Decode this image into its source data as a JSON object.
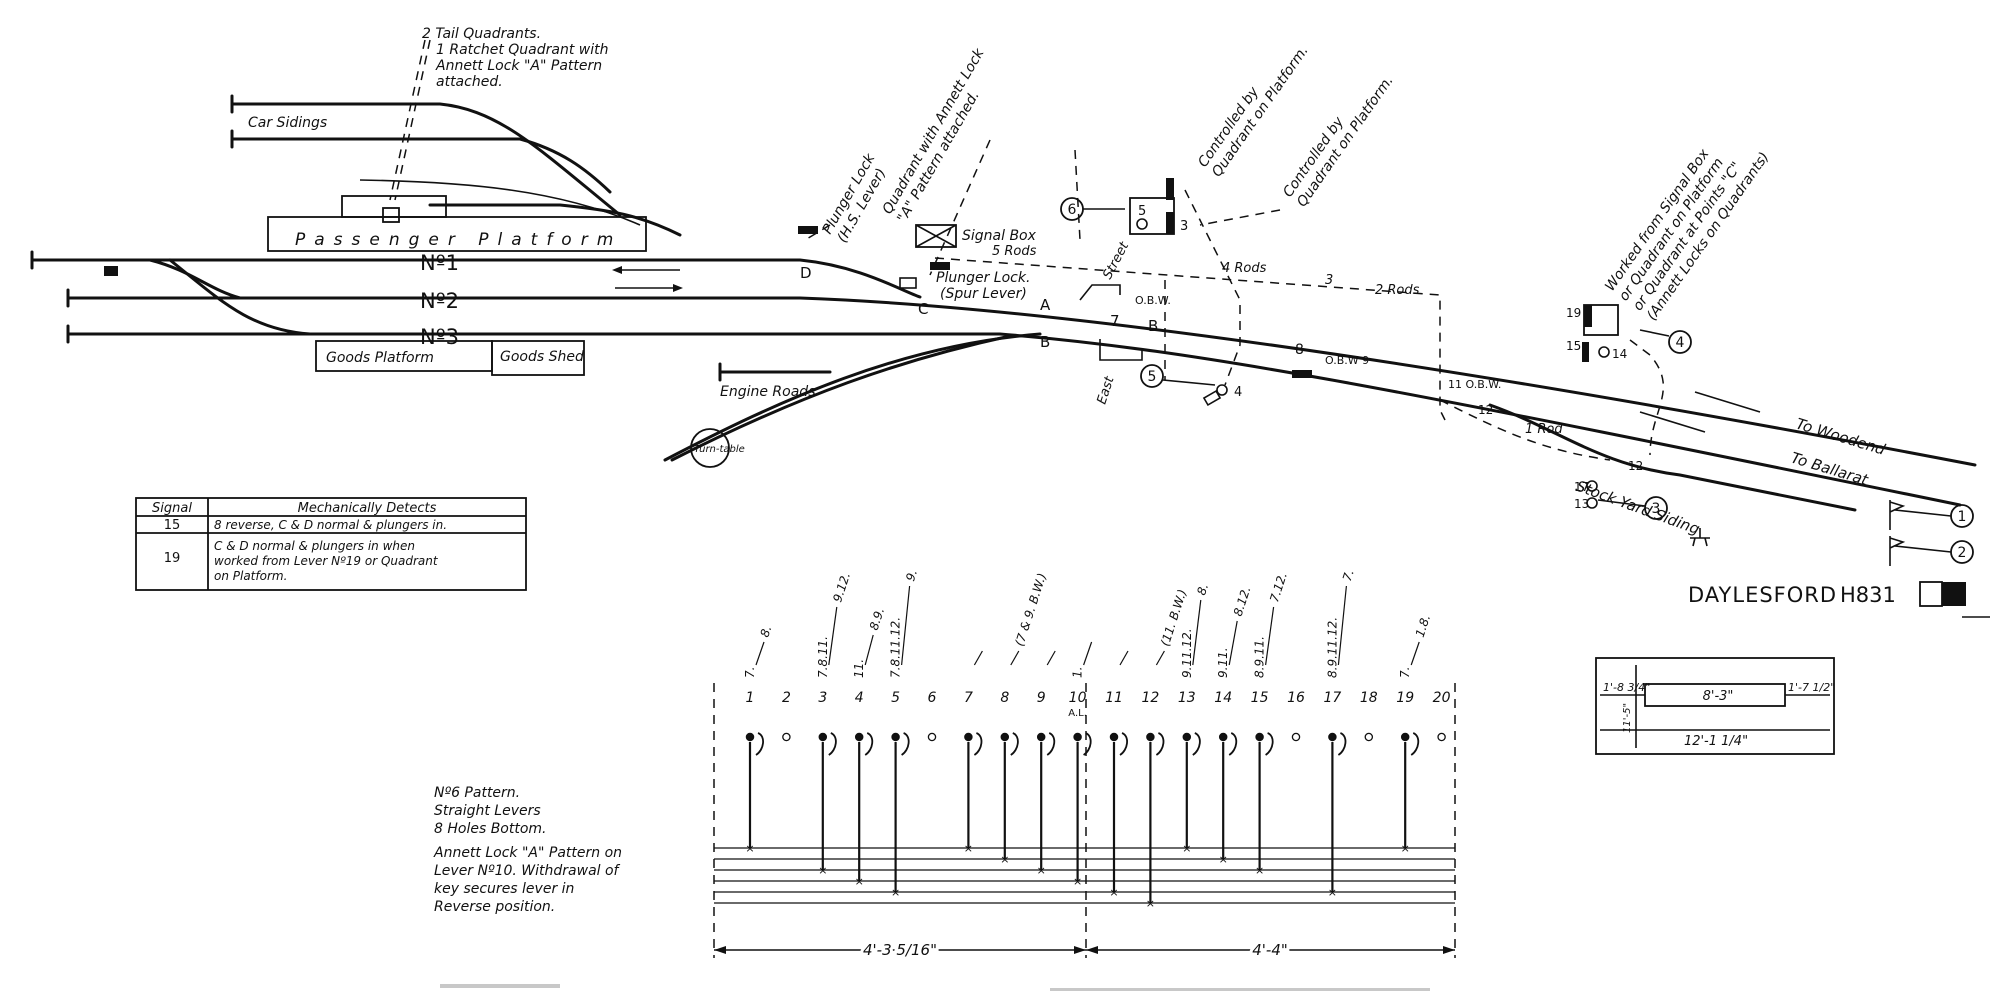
{
  "title": "DAYLESFORD",
  "drawing_no": "H831",
  "track_labels": {
    "no1": "Nº1",
    "no2": "Nº2",
    "no3": "Nº3"
  },
  "places": {
    "car_sidings": "Car Sidings",
    "passenger_platform": "Passenger Platform",
    "goods_platform": "Goods Platform",
    "goods_shed": "Goods Shed",
    "engine_roads": "Engine Roads",
    "turntable": "Turn-table",
    "signal_box": "Signal Box",
    "signal_box_rods": "5 Rods",
    "street": "Street",
    "east": "East",
    "to_woodend": "To Woodend",
    "to_ballarat": "To Ballarat",
    "stock_yard_siding": "Stock Yard Siding"
  },
  "notes": {
    "tail_quadrants": [
      "2 Tail Quadrants.",
      "1 Ratchet Quadrant with",
      "Annett Lock \"A\" Pattern",
      "attached."
    ],
    "plunger_lock_hs": [
      "Plunger Lock",
      "(H.S. Lever)"
    ],
    "quadrant_annett": [
      "Quadrant with Annett Lock",
      "\"A\" Pattern attached."
    ],
    "plunger_lock_spur": [
      "Plunger Lock.",
      "(Spur Lever)"
    ],
    "controlled_1": [
      "Controlled by",
      "Quadrant on Platform."
    ],
    "controlled_2": [
      "Controlled by",
      "Quadrant on Platform."
    ],
    "worked_from": [
      "Worked from Signal Box",
      "or Quadrant on Platform",
      "or Quadrant at Points \"C\"",
      "(Annett Locks on Quadrants)"
    ],
    "rods_4": "4 Rods",
    "rods_3": "3",
    "rods_2": "2 Rods",
    "rods_1": "1 Rod"
  },
  "points": {
    "a": "A",
    "b_main": "B",
    "b_lower": "B",
    "b_8": "8",
    "c": "C",
    "d": "D",
    "seven": "7"
  },
  "bolt_labels": {
    "obw_b": "O.B.W.",
    "obw_9": "O.B.W 9",
    "obw_11": "11 O.B.W.",
    "twelve_a": "12",
    "twelve_b": "12"
  },
  "signals": [
    "1",
    "2",
    "3",
    "4",
    "5",
    "6"
  ],
  "ground_discs": {
    "d3": "3",
    "d4": "4",
    "d5": "5",
    "d13": "13",
    "d14": "14",
    "d15": "15",
    "d17": "17",
    "d19": "19"
  },
  "detects_table": {
    "headers": [
      "Signal",
      "Mechanically Detects"
    ],
    "rows": [
      {
        "signal": "15",
        "detects": [
          "8 reverse, C & D normal & plungers in."
        ]
      },
      {
        "signal": "19",
        "detects": [
          "C & D normal & plungers in when",
          "worked from Lever Nº19 or Quadrant",
          "on Platform."
        ]
      }
    ]
  },
  "frame_notes": [
    "Nº6 Pattern.",
    "Straight Levers",
    "8 Holes Bottom.",
    "Annett Lock \"A\" Pattern on",
    "Lever Nº10. Withdrawal of",
    "key secures lever in",
    "Reverse position."
  ],
  "levers": [
    {
      "num": "1",
      "lock": "7.",
      "rel": "8."
    },
    {
      "num": "2",
      "lock": "",
      "rel": ""
    },
    {
      "num": "3",
      "lock": "7.8.11.",
      "rel": "9.12."
    },
    {
      "num": "4",
      "lock": "11.",
      "rel": "8.9."
    },
    {
      "num": "5",
      "lock": "7.8.11.12.",
      "rel": "9."
    },
    {
      "num": "6",
      "lock": "",
      "rel": ""
    },
    {
      "num": "7",
      "lock": "",
      "rel": ""
    },
    {
      "num": "8",
      "lock": "",
      "rel": "(7 & 9. B.W.)"
    },
    {
      "num": "9",
      "lock": "",
      "rel": ""
    },
    {
      "num": "10",
      "sub": "A.L.",
      "lock": "1.",
      "rel": ""
    },
    {
      "num": "11",
      "lock": "",
      "rel": ""
    },
    {
      "num": "12",
      "lock": "",
      "rel": "(11. B.W.)"
    },
    {
      "num": "13",
      "lock": "9.11.12.",
      "rel": "8."
    },
    {
      "num": "14",
      "lock": "9.11.",
      "rel": "8.12."
    },
    {
      "num": "15",
      "lock": "8.9.11.",
      "rel": "7.12."
    },
    {
      "num": "16",
      "lock": "",
      "rel": ""
    },
    {
      "num": "17",
      "lock": "8.9.11.12.",
      "rel": "7."
    },
    {
      "num": "18",
      "lock": "",
      "rel": ""
    },
    {
      "num": "19",
      "lock": "7.",
      "rel": "1.8."
    },
    {
      "num": "20",
      "lock": "",
      "rel": ""
    }
  ],
  "frame_dims": {
    "left": "4'-3 5/16\"",
    "right": "4'-4\""
  },
  "box_plan": {
    "inner": "8'-3\"",
    "left": "1'-8 3/4\"",
    "right": "1'-7 1/2\"",
    "overall": "12'-1 1/4\"",
    "depth": "11'-5\""
  }
}
